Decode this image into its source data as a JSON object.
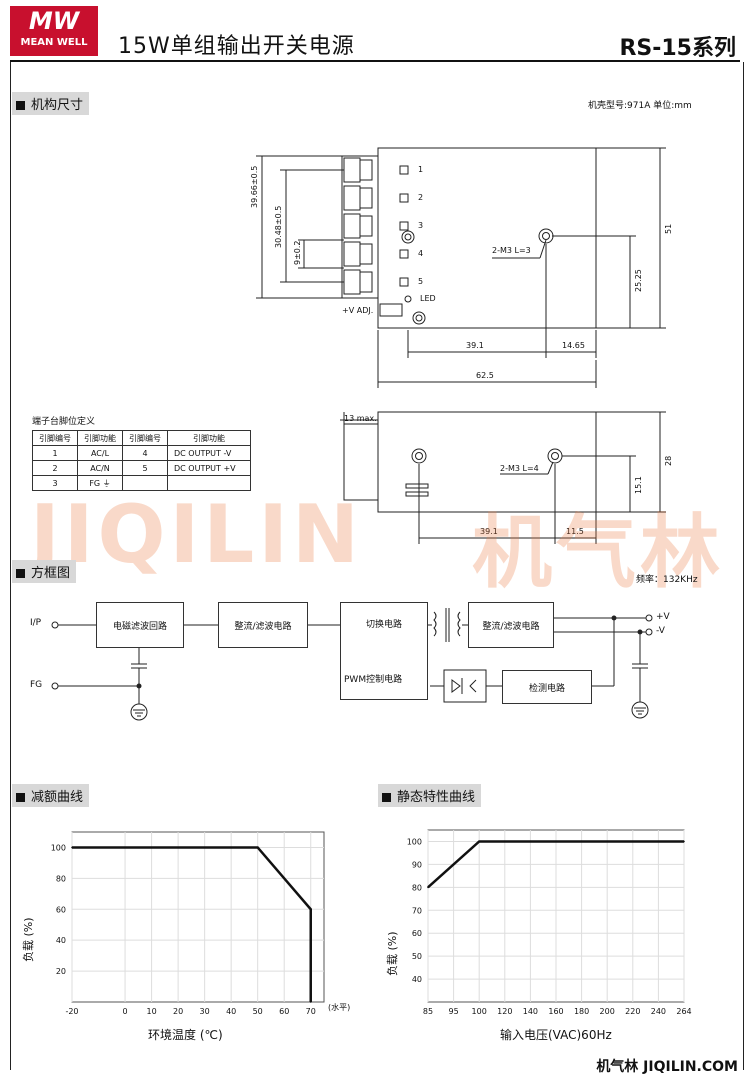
{
  "header": {
    "logo_top": "MW",
    "logo_bottom": "MEAN WELL",
    "title": "15W单组输出开关电源",
    "series": "RS-15系列"
  },
  "mech": {
    "section_label": "机构尺寸",
    "case_info": "机壳型号:971A 单位:mm",
    "dims": {
      "d1": "39.66±0.5",
      "d2": "30.48±0.5",
      "d3": "9±0.2",
      "hole_front": "2-M3 L=3",
      "h51": "51",
      "h2525": "25.25",
      "w391": "39.1",
      "w1465": "14.65",
      "w625": "62.5",
      "vadj": "+V ADJ.",
      "led": "LED",
      "t1": "1",
      "t2": "2",
      "t3": "3",
      "t4": "4",
      "t5": "5",
      "max13": "13 max.",
      "hole_side": "2-M3 L=4",
      "h28": "28",
      "h151": "15.1",
      "w391b": "39.1",
      "w115": "11.5"
    },
    "pin_table": {
      "title": "端子台脚位定义",
      "headers": [
        "引脚编号",
        "引脚功能",
        "引脚编号",
        "引脚功能"
      ],
      "rows": [
        [
          "1",
          "AC/L",
          "4",
          "DC OUTPUT -V"
        ],
        [
          "2",
          "AC/N",
          "5",
          "DC OUTPUT +V"
        ],
        [
          "3",
          "FG ⏚",
          "",
          ""
        ]
      ]
    }
  },
  "watermark": {
    "latin": "JIQILIN",
    "cjk": "机气林"
  },
  "block": {
    "section_label": "方框图",
    "freq": "频率：132KHz",
    "ip": "I/P",
    "fg": "FG",
    "emi": "电磁滤波回路",
    "rect1": "整流/滤波电路",
    "switch": "切换电路",
    "rect2": "整流/滤波电路",
    "pwm": "PWM控制电路",
    "detect": "检测电路",
    "vplus": "+V",
    "vminus": "-V"
  },
  "derating": {
    "section_label": "减额曲线",
    "ylabel": "负载 (%)",
    "xlabel": "环境温度 (℃)",
    "axis_note": "(水平)"
  },
  "static": {
    "section_label": "静态特性曲线",
    "ylabel": "负载 (%)",
    "xlabel": "输入电压(VAC)60Hz"
  },
  "chart_data": [
    {
      "type": "line",
      "x": [
        -20,
        50,
        70,
        70
      ],
      "series": [
        {
          "values": [
            100,
            100,
            60,
            0
          ]
        }
      ],
      "xticks": [
        -20,
        0,
        10,
        20,
        30,
        40,
        50,
        60,
        70
      ],
      "yticks": [
        20,
        40,
        60,
        80,
        100
      ],
      "xlim": [
        -20,
        75
      ],
      "ylim": [
        0,
        110
      ],
      "xlabel": "环境温度 (℃)",
      "ylabel": "负载 (%)",
      "grid": true
    },
    {
      "type": "line",
      "x": [
        85,
        100,
        264
      ],
      "series": [
        {
          "values": [
            80,
            100,
            100
          ]
        }
      ],
      "xticks": [
        85,
        95,
        100,
        120,
        140,
        160,
        180,
        200,
        220,
        240,
        264
      ],
      "yticks": [
        40,
        50,
        60,
        70,
        80,
        90,
        100
      ],
      "xlim": [
        85,
        264
      ],
      "ylim": [
        30,
        105
      ],
      "xlabel": "输入电压(VAC)60Hz",
      "ylabel": "负载 (%)",
      "grid": true
    }
  ],
  "footer": "机气林 JIQILIN.COM"
}
